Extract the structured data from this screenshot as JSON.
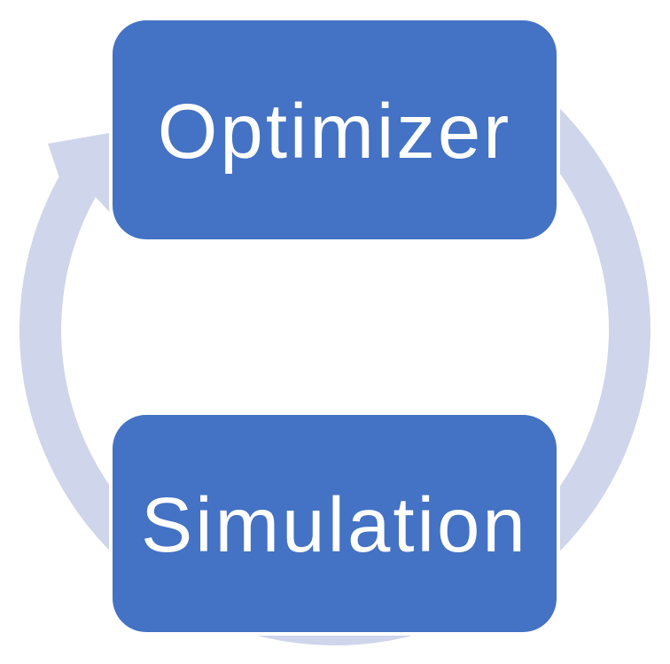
{
  "diagram": {
    "type": "cycle",
    "nodes": [
      {
        "id": "optimizer",
        "label": "Optimizer"
      },
      {
        "id": "simulation",
        "label": "Simulation"
      }
    ],
    "arrow": {
      "name": "cycle-arrow",
      "direction": "clockwise",
      "description": "circular block arrow looping from Optimizer to Simulation and back, arrowhead at upper left pointing into Optimizer"
    },
    "colors": {
      "node_fill": "#4472C4",
      "node_text": "#FFFFFF",
      "arrow_fill": "#CFD5EA",
      "background": "#FFFFFF"
    }
  }
}
